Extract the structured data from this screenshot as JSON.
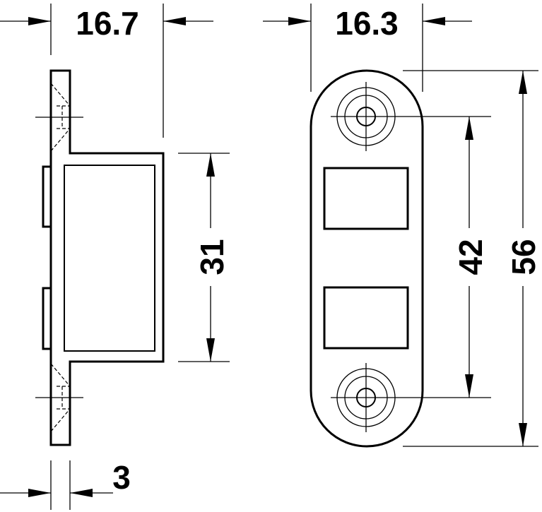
{
  "dimensions": {
    "side_width": "16.7",
    "front_width": "16.3",
    "side_height": "31",
    "hole_spacing": "42",
    "overall_height": "56",
    "plate_thickness": "3"
  },
  "colors": {
    "line": "#000000",
    "background": "#ffffff"
  }
}
